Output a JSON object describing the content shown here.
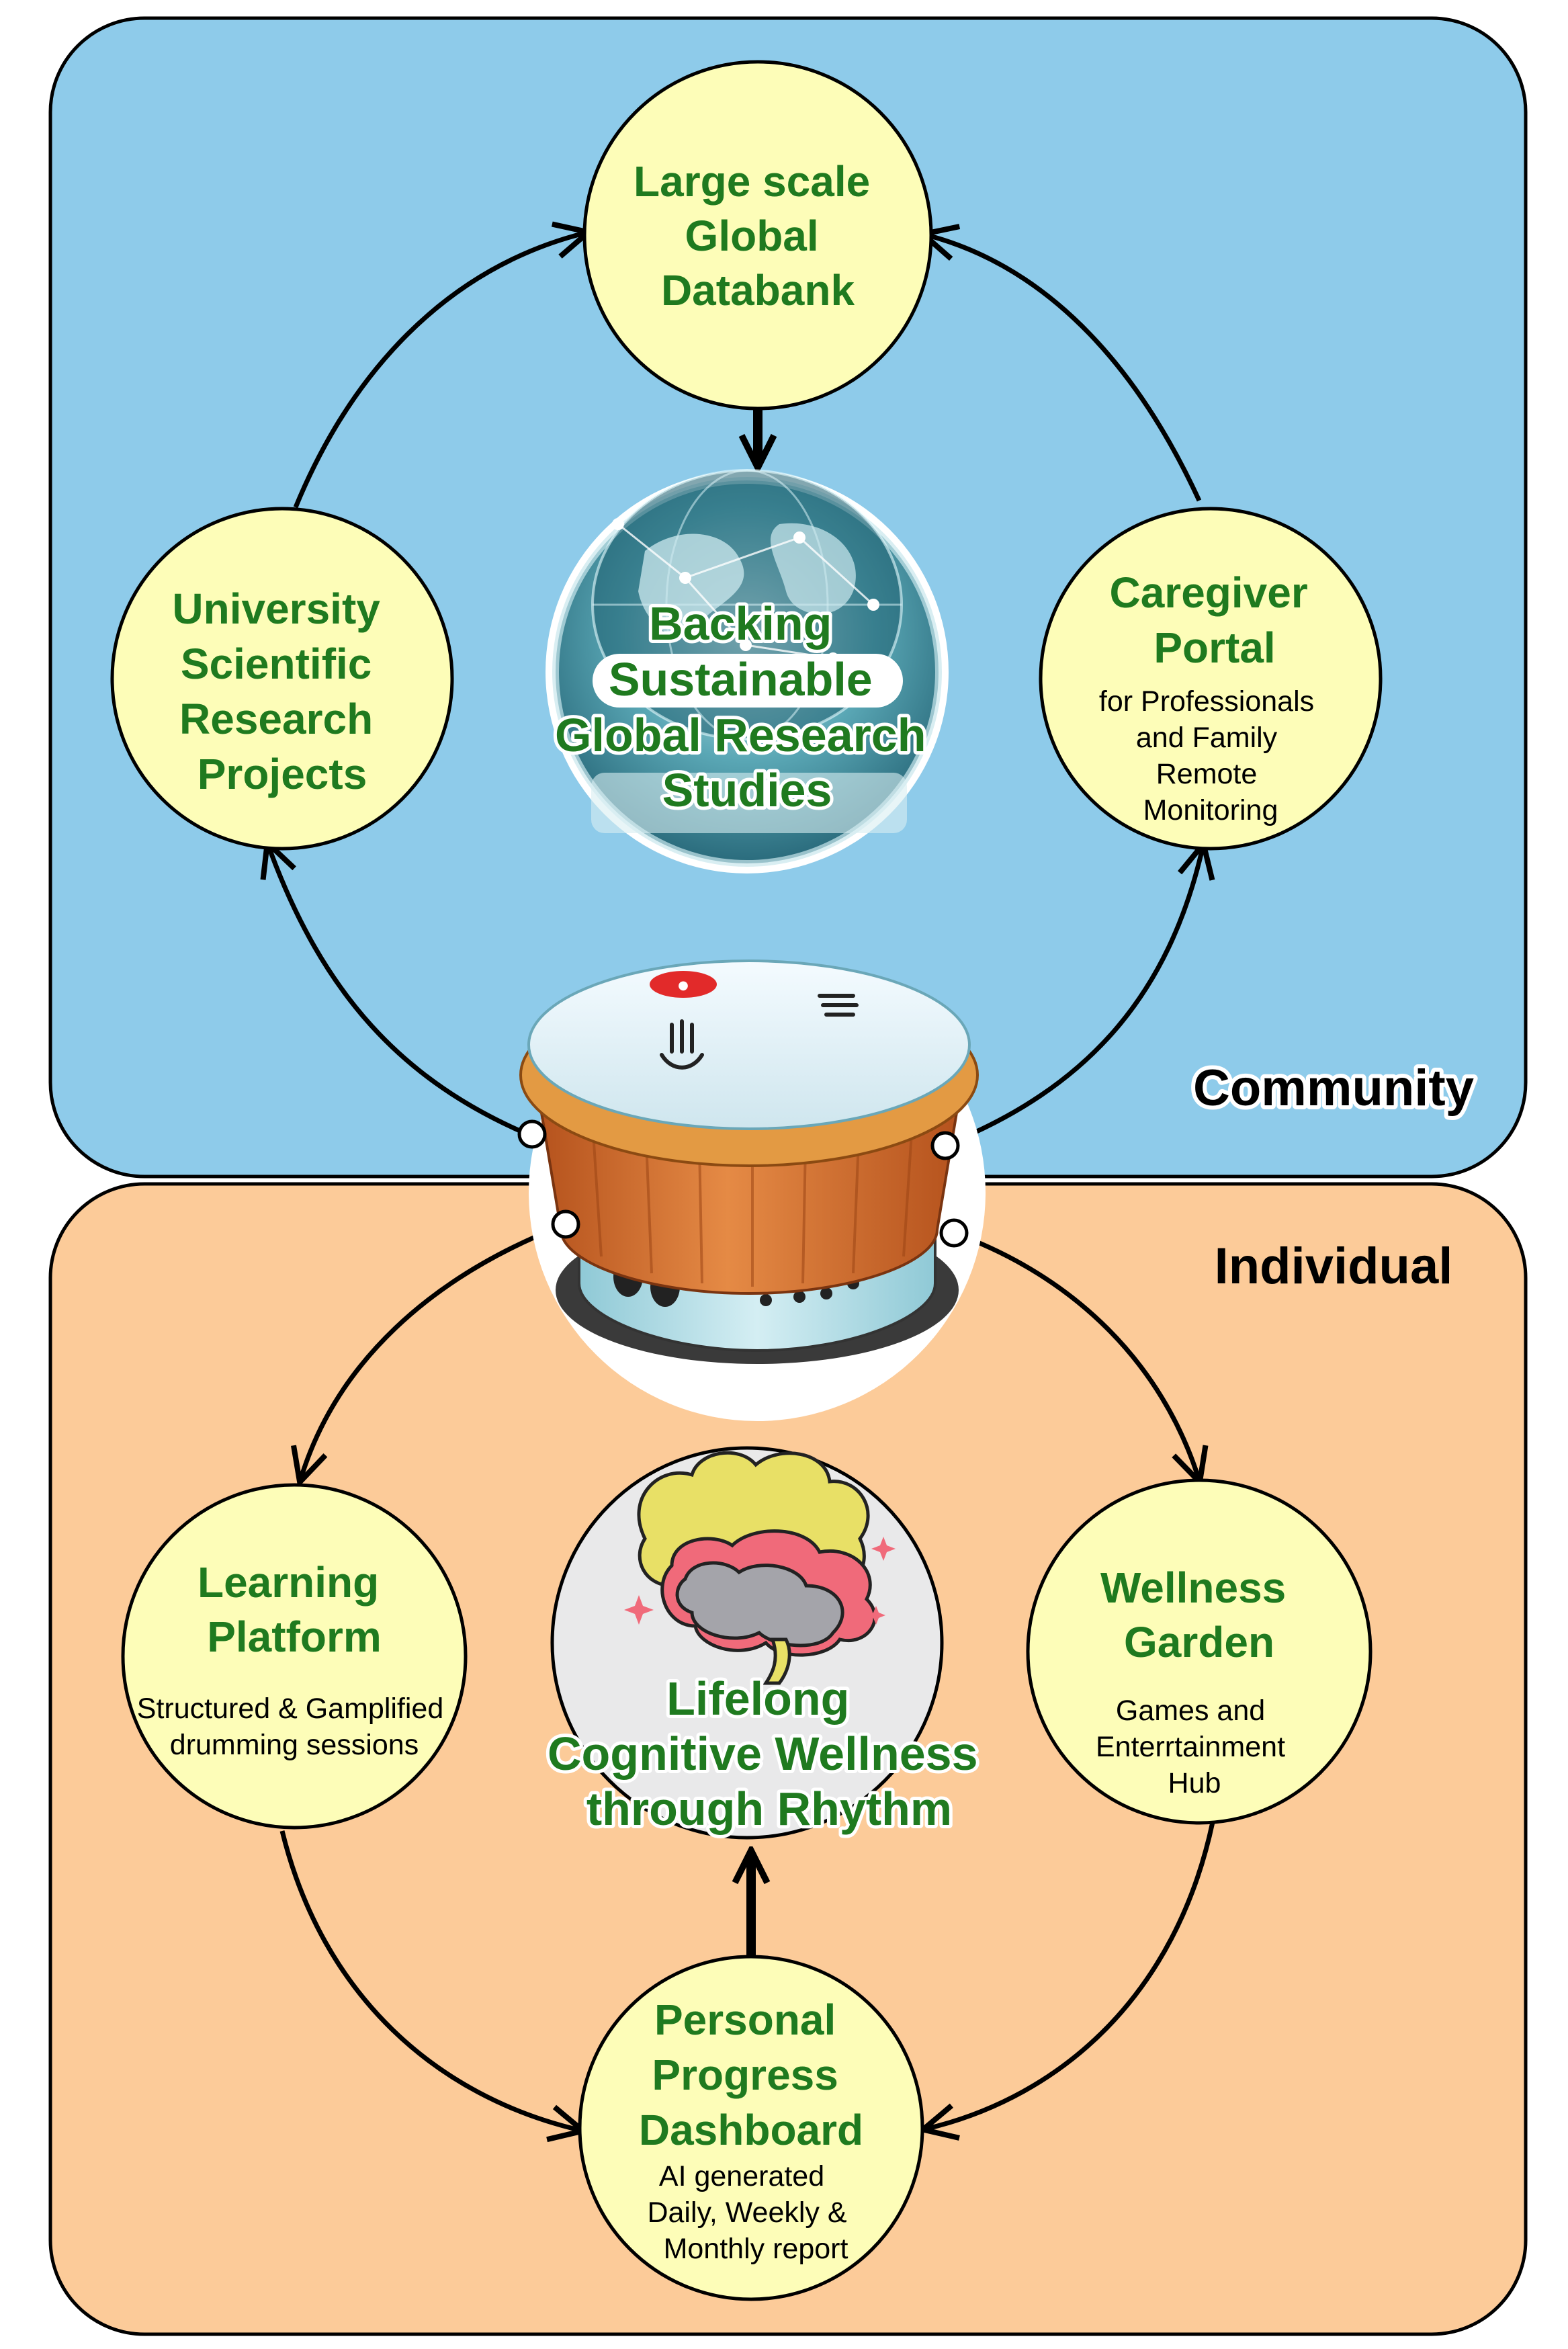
{
  "regions": {
    "community": {
      "label": "Community",
      "color": "#8ecbea"
    },
    "individual": {
      "label": "Individual",
      "color": "#fccb99"
    }
  },
  "colors": {
    "node_fill": "#fdfdb8",
    "title_text": "#1f7a1f",
    "connector": "#000000"
  },
  "nodes": {
    "databank": {
      "title": [
        "Large scale",
        "Global",
        "Databank"
      ],
      "subtitle": []
    },
    "university": {
      "title": [
        "University",
        "Scientific",
        "Research",
        "Projects"
      ],
      "subtitle": []
    },
    "caregiver": {
      "title": [
        "Caregiver",
        "Portal"
      ],
      "subtitle": [
        "for Professionals",
        "and Family",
        "Remote",
        "Monitoring"
      ]
    },
    "research_hub": {
      "title": [
        "Backing",
        "Sustainable",
        "Global Research",
        "Studies"
      ],
      "icon": "globe-network-icon"
    },
    "learning": {
      "title": [
        "Learning",
        "Platform"
      ],
      "subtitle": [
        "Structured & Gamplified",
        "drumming sessions"
      ]
    },
    "wellness": {
      "title": [
        "Wellness",
        "Garden"
      ],
      "subtitle": [
        "Games and",
        "Enterrtainment",
        "Hub"
      ]
    },
    "cognitive": {
      "title": [
        "Lifelong",
        "Cognitive Wellness",
        "through Rhythm"
      ],
      "icon": "brain-icon"
    },
    "dashboard": {
      "title": [
        "Personal",
        "Progress",
        "Dashboard"
      ],
      "subtitle": [
        "AI generated",
        "Daily, Weekly &",
        "Monthly report"
      ]
    }
  },
  "center_device": {
    "icon": "drum-device-icon"
  }
}
